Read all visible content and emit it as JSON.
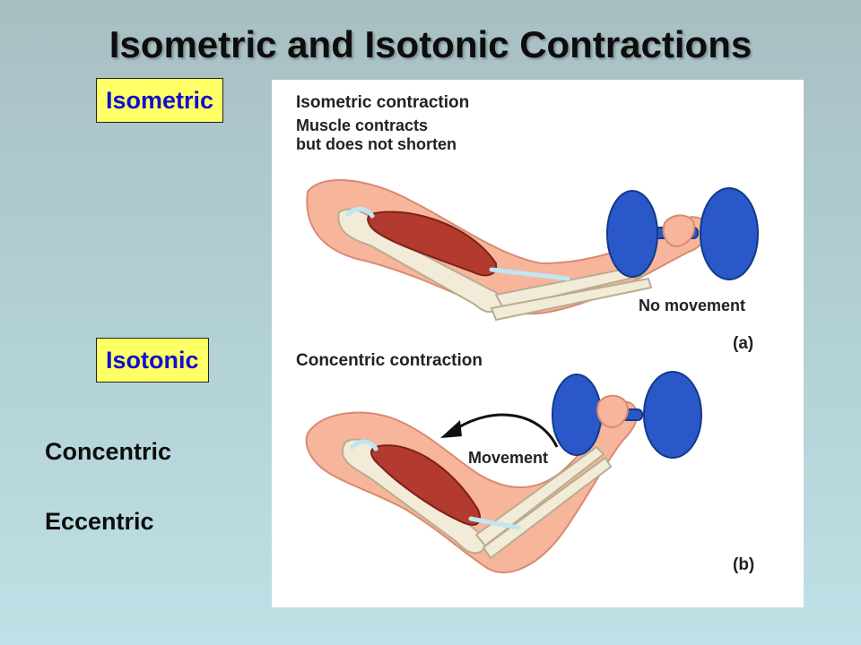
{
  "slide": {
    "title": "Isometric and Isotonic Contractions",
    "tags": [
      "Isometric",
      "Isotonic"
    ],
    "terms": [
      "Concentric",
      "Eccentric"
    ]
  },
  "figure": {
    "a": {
      "heading": "Isometric contraction",
      "sub1": "Muscle contracts",
      "sub2": "but does not shorten",
      "movement_label": "No movement",
      "panel_label": "(a)"
    },
    "b": {
      "heading": "Concentric contraction",
      "movement_label": "Movement",
      "panel_label": "(b)"
    }
  },
  "colors": {
    "tag_bg": "#ffff66",
    "tag_text": "#1010cc",
    "skin": "#f7b59c",
    "bone": "#f1ebd8",
    "muscle": "#b23a2e",
    "dumbbell": "#2a58c8",
    "tendon": "#bfe6f2"
  }
}
